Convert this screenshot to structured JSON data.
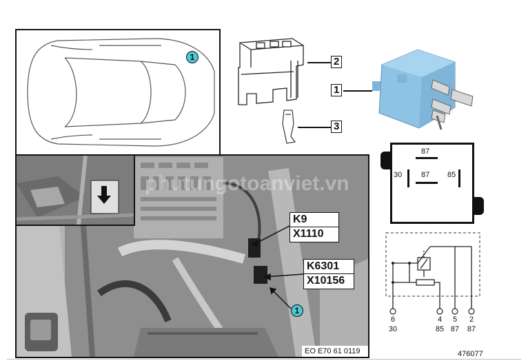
{
  "callouts": {
    "car_badge": "1",
    "photo_badge": "1",
    "part_1": "1",
    "part_2": "2",
    "part_3": "3"
  },
  "connectors": {
    "upper": {
      "line1": "K9",
      "line2": "X1110"
    },
    "lower": {
      "line1": "K6301",
      "line2": "X10156"
    }
  },
  "photo_reference": "EO E70 61 0119",
  "watermark": "phutungotoanviet.vn",
  "relay_face": {
    "top": "87",
    "left": "30",
    "center": "87",
    "right": "85"
  },
  "schematic": {
    "pins": [
      {
        "number": "6",
        "terminal": "30"
      },
      {
        "number": "4",
        "terminal": "85"
      },
      {
        "number": "5",
        "terminal": "87"
      },
      {
        "number": "2",
        "terminal": "87"
      }
    ]
  },
  "figure_id": "476077",
  "colors": {
    "badge": "#4fc6d8",
    "relay_blue": "#8ec3e6",
    "photo_gray": "#9a9a9a"
  }
}
